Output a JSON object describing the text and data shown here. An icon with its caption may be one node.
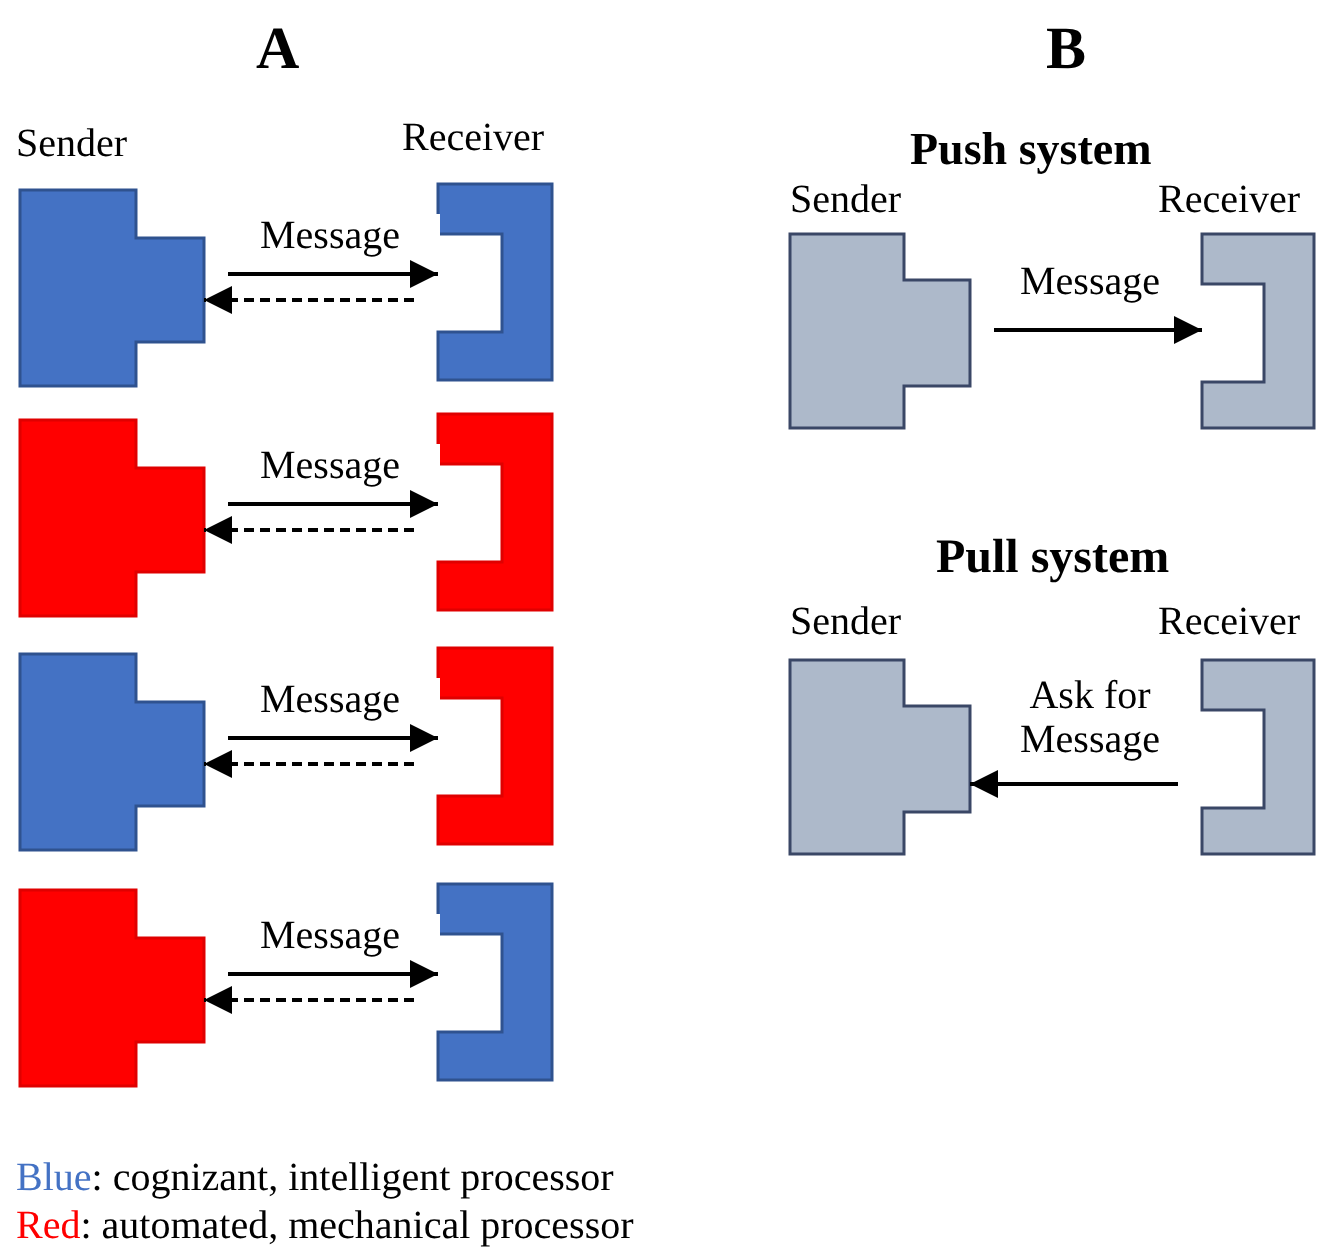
{
  "diagram": {
    "nodes": [
      {
        "text": [
          "Sender"
        ]
      },
      {
        "text": [
          "Receiver"
        ]
      },
      {
        "text": [],
        "shape": "box"
      },
      {
        "text": [],
        "shape": "box"
      },
      {
        "text": [],
        "shape": "box"
      },
      {
        "text": [],
        "shape": "box"
      },
      {
        "text": [],
        "shape": "box"
      },
      {
        "text": [],
        "shape": "box"
      },
      {
        "text": [
          "Sender"
        ]
      },
      {
        "text": [
          "Receiver"
        ]
      },
      {
        "text": [
          "Sender"
        ]
      },
      {
        "text": [
          "Receiver"
        ]
      }
    ],
    "edges": [
      {
        "from": 0,
        "to": 1,
        "arrow": "to",
        "label": "Message"
      },
      {
        "from": 1,
        "to": 0,
        "arrow": "to",
        "style": "dashed"
      },
      {
        "from": 2,
        "to": 3,
        "arrow": "to",
        "label": "Message"
      },
      {
        "from": 3,
        "to": 2,
        "arrow": "to",
        "style": "dashed"
      },
      {
        "from": 4,
        "to": 5,
        "arrow": "to",
        "label": "Message"
      },
      {
        "from": 5,
        "to": 4,
        "arrow": "to",
        "style": "dashed"
      },
      {
        "from": 6,
        "to": 7,
        "arrow": "to",
        "label": "Message"
      },
      {
        "from": 7,
        "to": 6,
        "arrow": "to",
        "style": "dashed"
      },
      {
        "from": 8,
        "to": 9,
        "arrow": "to",
        "label": "Message"
      },
      {
        "from": 11,
        "to": 10,
        "arrow": "to",
        "label": "Ask for Message"
      }
    ],
    "labels": [
      "A",
      "B",
      "Push system",
      "Pull system"
    ],
    "legend": [
      {
        "text": "Blue: cognizant, intelligent processor",
        "color": "#4472c4"
      },
      {
        "text": "Red: automated, mechanical processor",
        "color": "#ff0000"
      }
    ]
  }
}
